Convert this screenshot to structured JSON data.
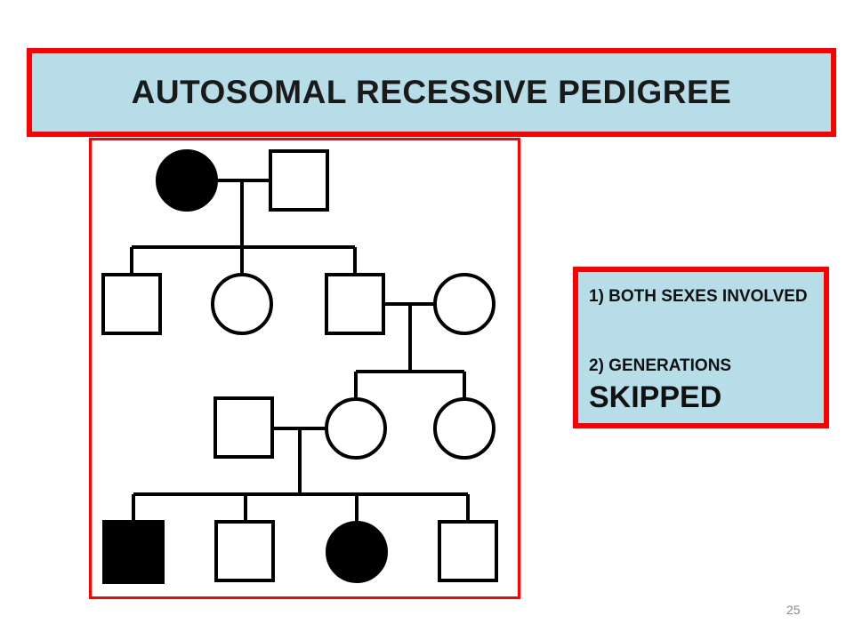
{
  "title": "AUTOSOMAL RECESSIVE PEDIGREE",
  "notes": {
    "item1": "1) BOTH SEXES INVOLVED",
    "item2": "2) GENERATIONS",
    "item2_emphasis": "SKIPPED"
  },
  "page_number": "25",
  "colors": {
    "frame_red": "#ff0000",
    "panel_blue": "#b7dde8",
    "affected": "#000000",
    "unaffected": "#ffffff"
  },
  "pedigree": {
    "generation_1": [
      {
        "sex": "female",
        "affected": true
      },
      {
        "sex": "male",
        "affected": false
      }
    ],
    "generation_2": [
      {
        "sex": "male",
        "affected": false
      },
      {
        "sex": "female",
        "affected": false
      },
      {
        "sex": "male",
        "affected": false
      },
      {
        "sex": "female",
        "affected": false,
        "married_in": true
      }
    ],
    "generation_3": [
      {
        "sex": "male",
        "affected": false,
        "married_in": true
      },
      {
        "sex": "female",
        "affected": false
      },
      {
        "sex": "female",
        "affected": false
      }
    ],
    "generation_4": [
      {
        "sex": "male",
        "affected": true
      },
      {
        "sex": "male",
        "affected": false
      },
      {
        "sex": "female",
        "affected": true
      },
      {
        "sex": "male",
        "affected": false
      }
    ]
  }
}
